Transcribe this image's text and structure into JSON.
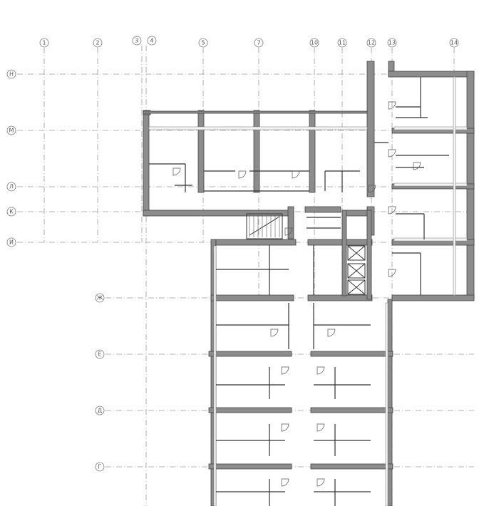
{
  "plan": {
    "grid_axes_vertical": [
      "1",
      "2",
      "3",
      "4",
      "5",
      "7",
      "10",
      "11",
      "12",
      "13",
      "14"
    ],
    "grid_axes_horizontal": [
      "Н",
      "М",
      "Л",
      "К",
      "И",
      "Ж",
      "Е",
      "Д",
      "Г"
    ]
  }
}
